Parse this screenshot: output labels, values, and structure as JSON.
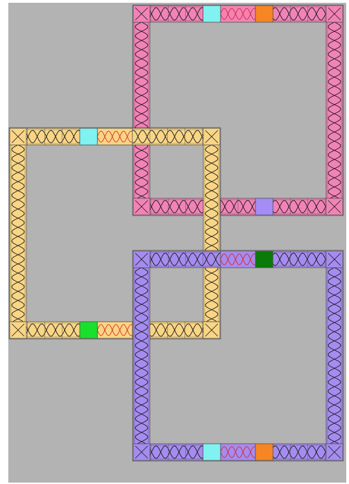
{
  "puzzle": {
    "background_color": "#b3b3b3",
    "edge_color": "#555555",
    "strand_color": "#1a1a1a",
    "tiles": [
      {
        "name": "pink-frame-tile",
        "color": "#f283b6",
        "markers": [
          {
            "side": "top",
            "slot": 4,
            "color": "#80f2f2"
          },
          {
            "side": "top",
            "slot": 7,
            "color": "#f78524"
          },
          {
            "side": "bottom",
            "slot": 7,
            "color": "#a68cf7"
          }
        ],
        "interlock": [
          {
            "side": "top",
            "slot": 5,
            "width": 2
          }
        ]
      },
      {
        "name": "yellow-frame-tile",
        "color": "#f9d586",
        "markers": [
          {
            "side": "top",
            "slot": 4,
            "color": "#80f2f2"
          },
          {
            "side": "bottom",
            "slot": 4,
            "color": "#19e02a"
          }
        ],
        "interlock": [
          {
            "side": "top",
            "slot": 5,
            "width": 2
          },
          {
            "side": "bottom",
            "slot": 5,
            "width": 2
          }
        ]
      },
      {
        "name": "purple-frame-tile",
        "color": "#a58cf0",
        "markers": [
          {
            "side": "top",
            "slot": 7,
            "color": "#0a7a0a"
          },
          {
            "side": "bottom",
            "slot": 4,
            "color": "#80f2f2"
          },
          {
            "side": "bottom",
            "slot": 7,
            "color": "#f78524"
          }
        ],
        "interlock": [
          {
            "side": "top",
            "slot": 5,
            "width": 2
          },
          {
            "side": "bottom",
            "slot": 5,
            "width": 2
          }
        ]
      }
    ]
  }
}
